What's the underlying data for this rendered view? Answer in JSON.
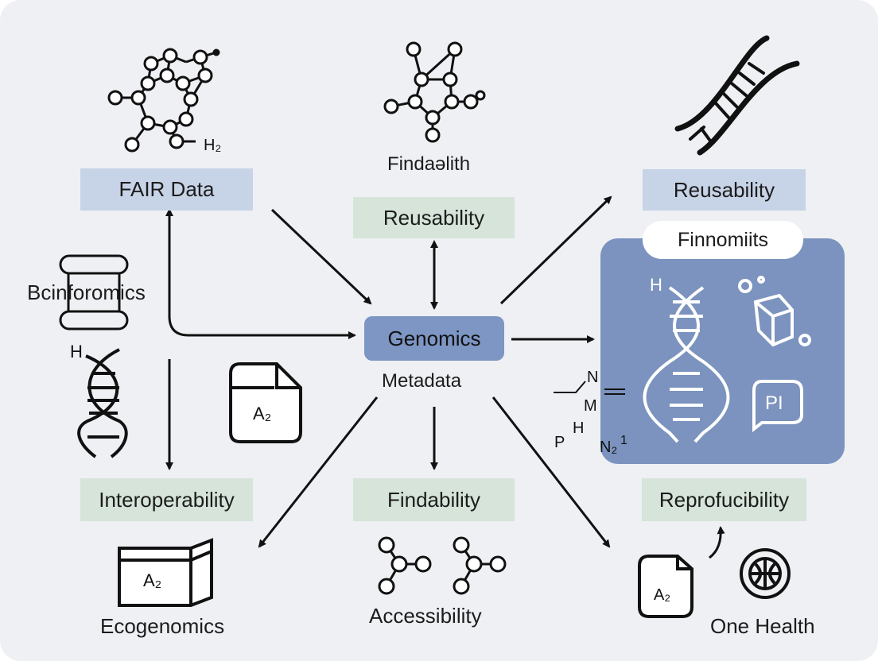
{
  "center": {
    "label": "Genomics",
    "sublabel": "Metadata"
  },
  "nodes": {
    "fair_data": "FAIR Data",
    "top_label": "Findaəlith",
    "reusability_mid": "Reusability",
    "reusability_right": "Reusability",
    "bioinformatics": "Bcinforomics",
    "interoperability": "Interoperability",
    "findability": "Findability",
    "reproducibility": "Reprofucibility",
    "ecogenomics": "Ecogenomics",
    "accessibility": "Accessibility",
    "one_health": "One Health"
  },
  "panel": {
    "title": "Finnomiits",
    "h_label": "H",
    "pi_label": "PI"
  },
  "glyphs": {
    "h2": "H₂",
    "h_dna": "H",
    "a2_a": "A₂",
    "a2_b": "A₂",
    "a2_c": "A₂",
    "formula_n": "N",
    "formula_m": "M",
    "formula_p": "P",
    "formula_h": "H",
    "formula_n2": "N₂",
    "formula_sup": "1"
  },
  "colors": {
    "blue_box": "#c7d3e6",
    "green_box": "#d6e4da",
    "center_box": "#7d96c4",
    "panel": "#7b93be",
    "background": "#eef0f4",
    "line": "#111111"
  },
  "icons": [
    "molecule-icon",
    "dna-icon",
    "cylinder-icon",
    "document-icon",
    "folder-icon",
    "graph-nodes-icon",
    "cube-icon",
    "chat-pi-icon",
    "globe-icon"
  ]
}
